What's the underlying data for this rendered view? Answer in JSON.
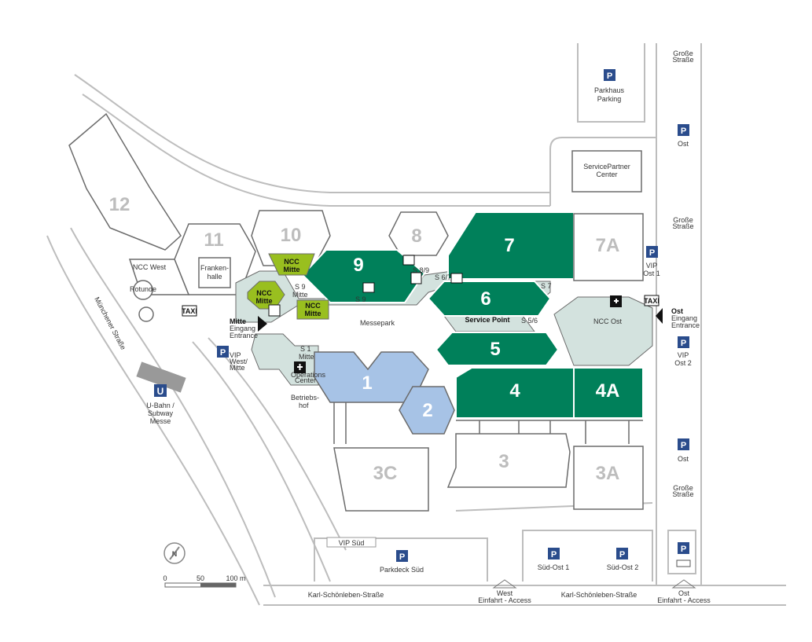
{
  "halls": {
    "h1": "1",
    "h2": "2",
    "h3": "3",
    "h3a": "3A",
    "h3c": "3C",
    "h4": "4",
    "h4a": "4A",
    "h5": "5",
    "h6": "6",
    "h7": "7",
    "h7a": "7A",
    "h8": "8",
    "h9": "9",
    "h10": "10",
    "h11": "11",
    "h12": "12"
  },
  "labels": {
    "ncc_mitte_a": "NCC",
    "ncc_mitte_b": "Mitte",
    "ncc_ost": "NCC Ost",
    "ncc_west": "NCC West",
    "frankenhalle_a": "Franken-",
    "frankenhalle_b": "halle",
    "rotunde": "Rotunde",
    "messepark": "Messepark",
    "service_point": "Service Point",
    "s9_mitte_a": "S 9",
    "s9_mitte_b": "Mitte",
    "s9": "S 9",
    "s89": "S 8/9",
    "s67": "S 6/7",
    "s7": "S 7",
    "s56": "S 5/6",
    "s1_mitte_a": "S 1",
    "s1_mitte_b": "Mitte",
    "operations_a": "Operations",
    "operations_b": "Center",
    "betriebshof_a": "Betriebs-",
    "betriebshof_b": "hof",
    "mitte_entrance_a": "Mitte",
    "mitte_entrance_b": "Eingang",
    "mitte_entrance_c": "Entrance",
    "ost_entrance_a": "Ost",
    "ost_entrance_b": "Eingang",
    "ost_entrance_c": "Entrance",
    "vip_west_a": "VIP",
    "vip_west_b": "West/",
    "vip_west_c": "Mitte",
    "vip_ost1_a": "VIP",
    "vip_ost1_b": "Ost 1",
    "vip_ost2_a": "VIP",
    "vip_ost2_b": "Ost 2",
    "vip_sued": "VIP Süd",
    "parkhaus_a": "Parkhaus",
    "parkhaus_b": "Parking",
    "service_partner_a": "ServicePartner",
    "service_partner_b": "Center",
    "ost_top": "Ost",
    "ost_mid": "Ost",
    "grosse_1a": "Große",
    "grosse_1b": "Straße",
    "grosse_2a": "Große",
    "grosse_2b": "Straße",
    "grosse_3a": "Große",
    "grosse_3b": "Straße",
    "parkdeck_sued": "Parkdeck Süd",
    "sued_ost1": "Süd-Ost 1",
    "sued_ost2": "Süd-Ost 2",
    "west_access_a": "West",
    "west_access_b": "Einfahrt - Access",
    "ost_access_a": "Ost",
    "ost_access_b": "Einfahrt - Access",
    "karl_1": "Karl-Schönleben-Straße",
    "karl_2": "Karl-Schönleben-Straße",
    "muenchener": "Münchener Straße",
    "ubahn_a": "U-Bahn /",
    "ubahn_b": "Subway",
    "ubahn_c": "Messe",
    "taxi": "TAXI",
    "scale_0": "0",
    "scale_50": "50",
    "scale_100": "100 m",
    "parking_symbol": "P",
    "ubahn_symbol": "U",
    "compass": "N"
  },
  "colors": {
    "dark_green": "#00805a",
    "light_green": "#99bf1f",
    "light_blue": "#a7c3e6",
    "pale_teal": "#d3e2de",
    "grey_hall": "#ffffff",
    "parking_blue": "#2a4c8c"
  }
}
